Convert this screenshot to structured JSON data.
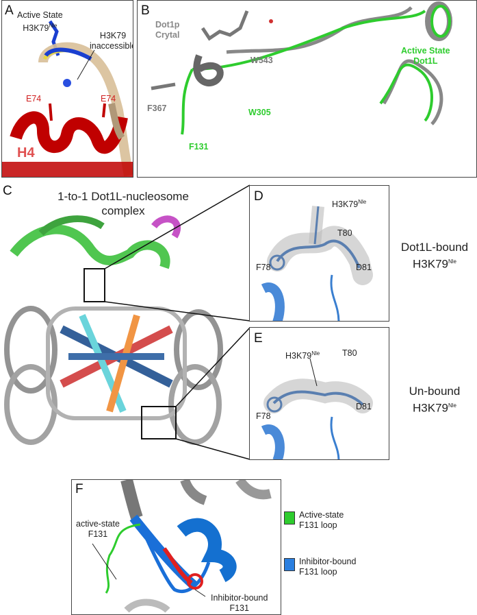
{
  "panel_a": {
    "label": "A",
    "active_state": "Active State",
    "h3k79": "H3K79",
    "nle": "Nle",
    "inaccessible_1": "H3K79",
    "inaccessible_2": "inaccessible",
    "e74_left": "E74",
    "e74_right": "E74",
    "h4": "H4"
  },
  "panel_b": {
    "label": "B",
    "dot1p_1": "Dot1p",
    "dot1p_2": "Crytal",
    "active_1": "Active State",
    "active_2": "Dot1L",
    "w543": "W543",
    "f367": "F367",
    "w305": "W305",
    "f131": "F131"
  },
  "panel_c": {
    "label": "C",
    "title_1": "1-to-1 Dot1L-nucleosome",
    "title_2": "complex"
  },
  "panel_d": {
    "label": "D",
    "h3k79": "H3K79",
    "nle": "Nle",
    "t80": "T80",
    "f78": "F78",
    "d81": "D81",
    "side_1": "Dot1L-bound",
    "side_2": "H3K79",
    "side_nle": "Nle"
  },
  "panel_e": {
    "label": "E",
    "h3k79": "H3K79",
    "nle": "Nle",
    "t80": "T80",
    "f78": "F78",
    "d81": "D81",
    "side_1": "Un-bound",
    "side_2": "H3K79",
    "side_nle": "Nle"
  },
  "panel_f": {
    "label": "F",
    "active_1": "active-state",
    "active_2": "F131",
    "inhib_1": "Inhibitor-bound",
    "inhib_2": "F131"
  },
  "legend": [
    {
      "line1": "Active-state",
      "line2": "F131 loop",
      "color": "#2ecc2e"
    },
    {
      "line1": "Inhibitor-bound",
      "line2": "F131 loop",
      "color": "#2a7fe0"
    }
  ]
}
